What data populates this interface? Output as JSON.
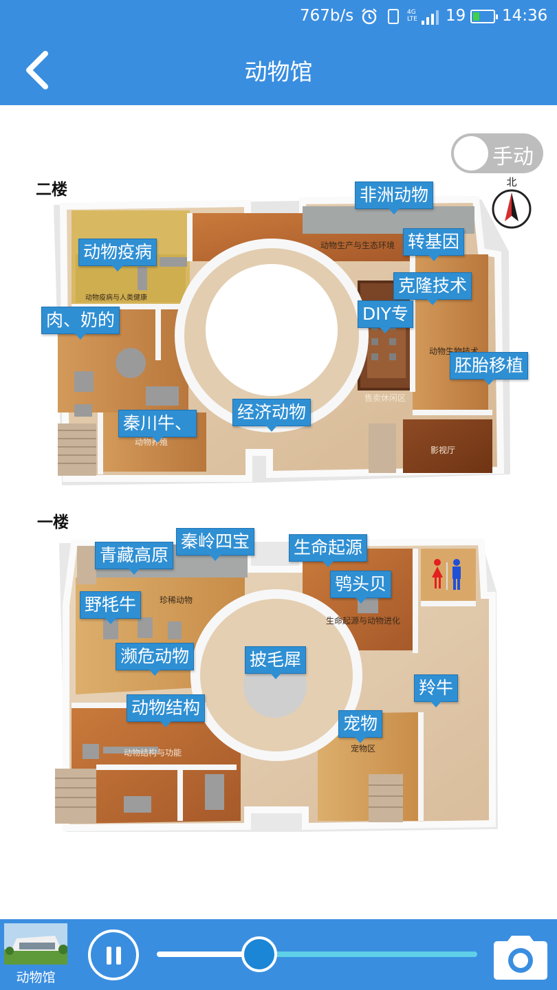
{
  "status_bar": {
    "network_speed": "767b/s",
    "network_type_top": "4G",
    "network_type_bottom": "LTE",
    "battery_level": "19",
    "time": "14:36"
  },
  "nav": {
    "title": "动物馆"
  },
  "mode_toggle": {
    "label": "手动"
  },
  "compass": {
    "north_label": "北"
  },
  "floors": {
    "second": {
      "label": "二楼",
      "pins": [
        "非洲动物",
        "动物疫病",
        "转基因",
        "克隆技术",
        "DIY专",
        "肉、奶的",
        "胚胎移植",
        "秦川牛、",
        "经济动物"
      ],
      "rooms": [
        "动物生产与生态环境",
        "动物疫病与人类健康",
        "动物生物技术",
        "售卖休闲区",
        "动物养殖",
        "影视厅"
      ]
    },
    "first": {
      "label": "一楼",
      "pins": [
        "秦岭四宝",
        "青藏高原",
        "生命起源",
        "鸮头贝",
        "野牦牛",
        "濒危动物",
        "披毛犀",
        "羚牛",
        "动物结构",
        "宠物"
      ],
      "rooms": [
        "珍稀动物",
        "生命起源与动物进化",
        "动物结构与功能",
        "宠物区"
      ]
    }
  },
  "player": {
    "thumbnail_caption": "动物馆",
    "progress": 0.32
  },
  "colors": {
    "primary_blue": "#3a8ee0",
    "pin_blue": "#2f8fd3",
    "slider_track": "#5fd0e8",
    "battery_green": "#3fd14a"
  },
  "icons": {
    "back": "chevron-left-icon",
    "compass": "compass-icon",
    "pause": "pause-icon",
    "camera": "camera-icon",
    "restroom": "restroom-icon"
  }
}
